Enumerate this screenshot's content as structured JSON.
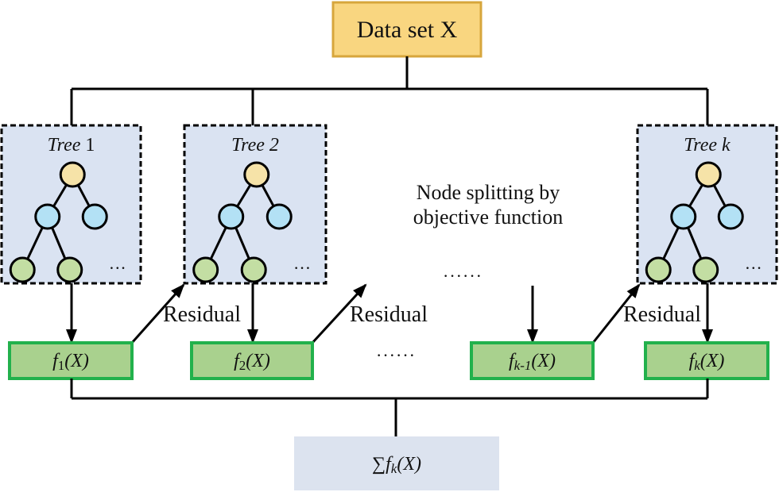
{
  "title_box": {
    "label": "Data set X",
    "fill": "#f9d680",
    "stroke": "#d7a63c"
  },
  "trees": [
    {
      "label_italic": "Tree",
      "label_index": " 1",
      "index_italic": false,
      "ellipsis": "···"
    },
    {
      "label_italic": "Tree 2",
      "label_index": "",
      "index_italic": true,
      "ellipsis": "···"
    },
    {
      "label_italic": "Tree k",
      "label_index": "",
      "index_italic": true,
      "ellipsis": "···"
    }
  ],
  "tree_style": {
    "fill": "#dae3f2",
    "root_color": "#f6e3a8",
    "mid_color": "#b3e1f5",
    "leaf_color": "#c3dea3"
  },
  "middle_note": {
    "line1": "Node splitting by",
    "line2": "objective function"
  },
  "ellipsis_upper": "······",
  "ellipsis_lower": "······",
  "residual_label": "Residual",
  "functions": [
    {
      "f": "f",
      "sub": "1",
      "arg": "(X)"
    },
    {
      "f": "f",
      "sub": "2",
      "arg": "(X)"
    },
    {
      "f": "f",
      "sub": "k-1",
      "arg": "(X)"
    },
    {
      "f": "f",
      "sub": "k",
      "arg": "(X)"
    }
  ],
  "function_style": {
    "fill": "#a9d18e",
    "stroke": "#22b14c"
  },
  "sum_box": {
    "symbol": "∑",
    "f": "f",
    "sub": "k",
    "arg": "(X)",
    "fill": "#dce3ef"
  }
}
